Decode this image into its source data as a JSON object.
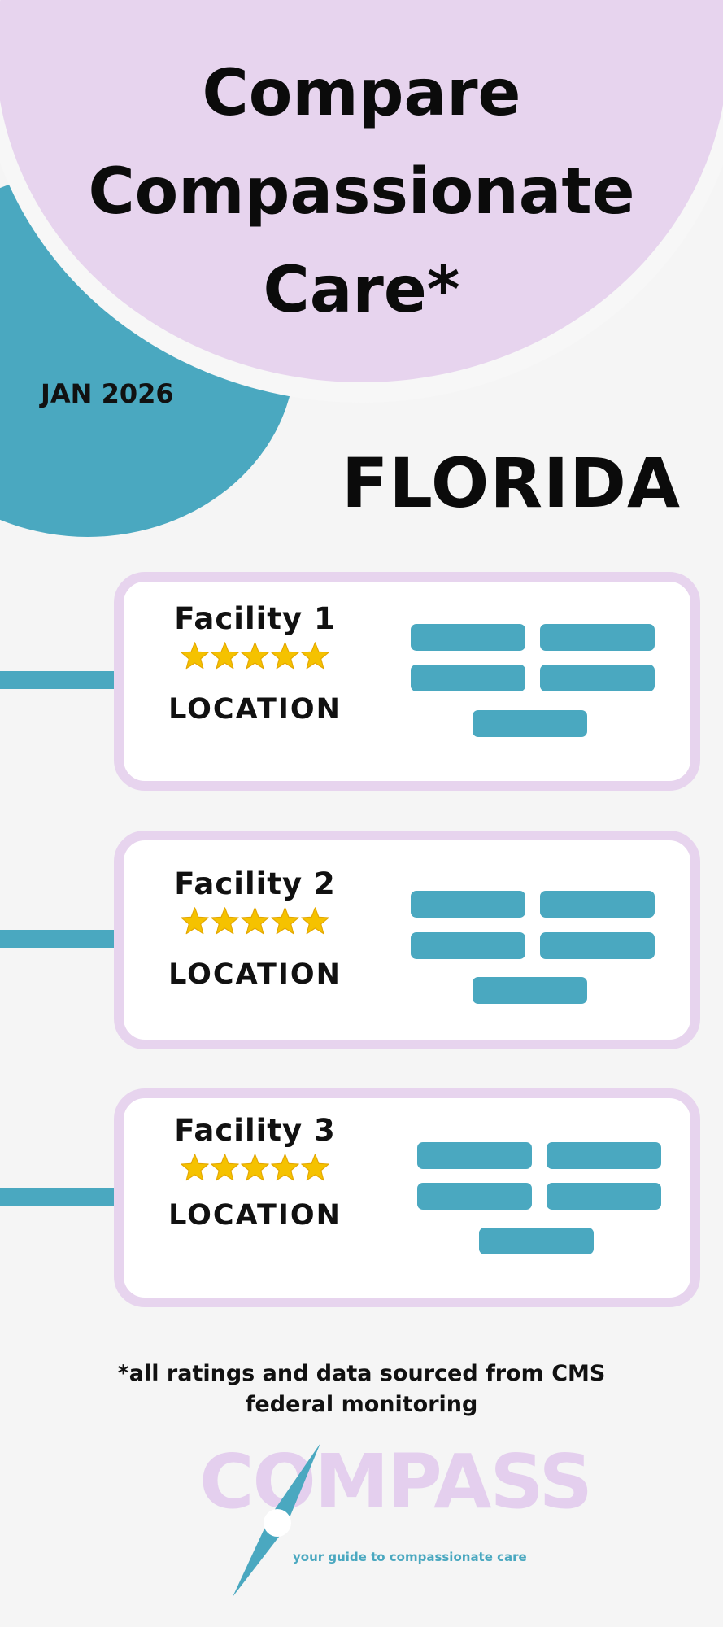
{
  "header": {
    "title": "Compare\nCompassionate\nCare*",
    "date": "JAN 2026",
    "state": "FLORIDA"
  },
  "facilities": [
    {
      "name": "Facility 1",
      "rating": 5,
      "rating_max": 5,
      "location": "LOCATION"
    },
    {
      "name": "Facility 2",
      "rating": 5,
      "rating_max": 5,
      "location": "LOCATION"
    },
    {
      "name": "Facility 3",
      "rating": 5,
      "rating_max": 5,
      "location": "LOCATION"
    }
  ],
  "footnote": "*all ratings and data sourced from CMS\nfederal monitoring",
  "logo": {
    "wordmark": "COMPASS",
    "tagline": "your guide to compassionate care"
  },
  "colors": {
    "lavender": "#e7d4ee",
    "teal": "#4aa8c0",
    "star": "#f5c200",
    "text": "#111111",
    "background": "#f5f5f5"
  }
}
